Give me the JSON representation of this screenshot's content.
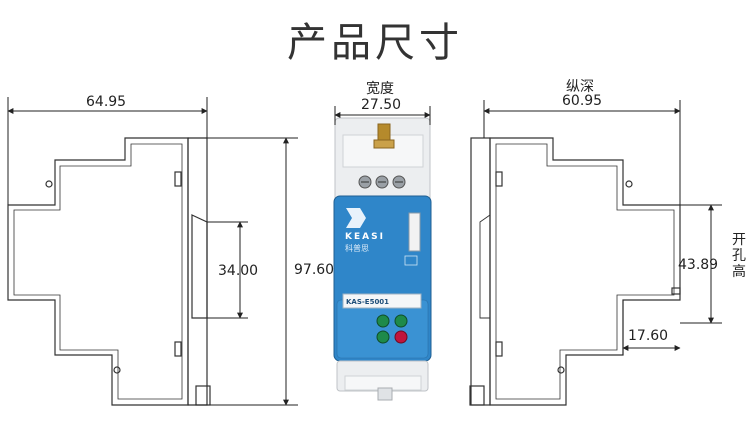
{
  "title": "产品尺寸",
  "left_view": {
    "width_label": "64.95",
    "height_label": "97.60",
    "slot_label": "34.00"
  },
  "front_view": {
    "width_caption": "宽度",
    "width_label": "27.50",
    "brand": "KEASI",
    "brand_cn": "科普思",
    "model": "KAS-E5001"
  },
  "right_view": {
    "depth_caption": "纵深",
    "depth_label": "60.95",
    "opening_label": "43.89",
    "opening_caption": "开孔高",
    "offset_label": "17.60"
  },
  "colors": {
    "outline": "#333333",
    "body_blue": "#2f86c9",
    "top_white": "#e9ecef",
    "led_green": "#1e8a4a",
    "led_red": "#c0143c"
  }
}
